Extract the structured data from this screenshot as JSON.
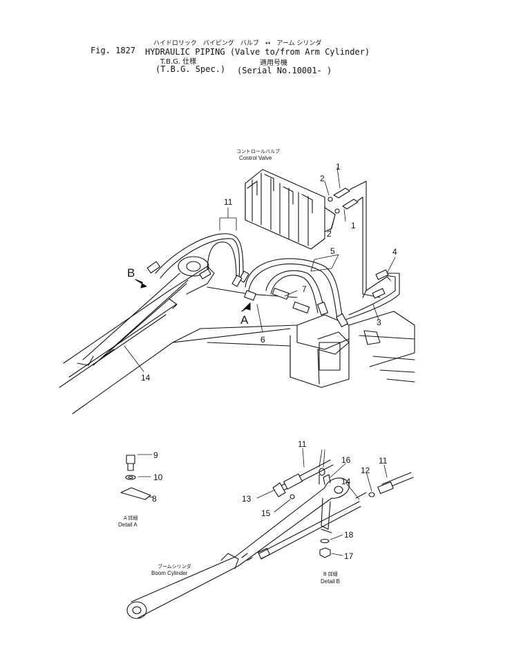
{
  "header": {
    "fig": "Fig. 1827",
    "title_jp": "ハイドロリック　パイピング　バルブ　↔　アーム シリンダ",
    "title_en": "HYDRAULIC PIPING (Valve to/from Arm Cylinder)",
    "spec_jp": "T.B.G. 仕様",
    "serial_jp": "適用号機",
    "spec_en": "(T.B.G. Spec.)",
    "serial_en": "(Serial No.10001- )"
  },
  "labels": {
    "control_valve_jp": "コントロールバルブ",
    "control_valve_en": "Control Valve",
    "detail_a_jp": "A 詳細",
    "detail_a_en": "Detail A",
    "detail_b_jp": "B 詳細",
    "detail_b_en": "Detail B",
    "boom_cyl_jp": "ブームシリンダ",
    "boom_cyl_en": "Boom Cylinder",
    "view_a": "A",
    "view_b": "B"
  },
  "callouts": [
    "1",
    "2",
    "2",
    "1",
    "11",
    "5",
    "4",
    "7",
    "3",
    "6",
    "14",
    "9",
    "10",
    "8",
    "11",
    "16",
    "11",
    "12",
    "14",
    "13",
    "15",
    "18",
    "17"
  ]
}
